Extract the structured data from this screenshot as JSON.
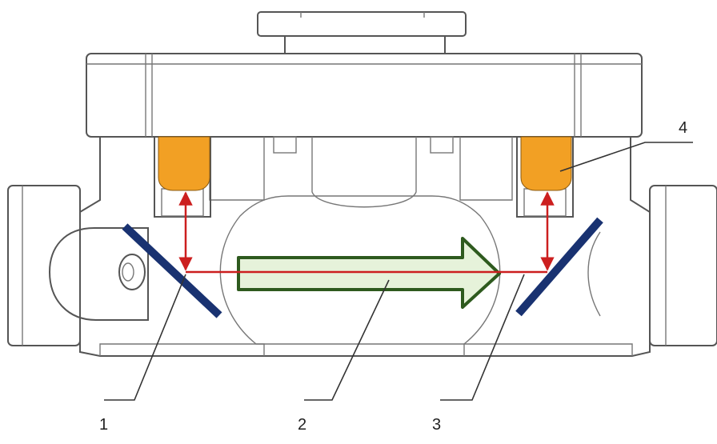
{
  "labels": {
    "l1": "1",
    "l2": "2",
    "l3": "3",
    "l4": "4"
  },
  "colors": {
    "transducer": "#f2a024",
    "mirror": "#1f3f8f",
    "mirror_edge": "#0d1a3a",
    "signal": "#cc1f1f",
    "flow_fill": "#e6f2da",
    "flow_edge": "#2e5a1e",
    "body": "#ffffff",
    "outline": "#555555"
  },
  "icons": {
    "flow": "flow-arrow-icon",
    "signal": "double-headed-arrow-icon"
  }
}
